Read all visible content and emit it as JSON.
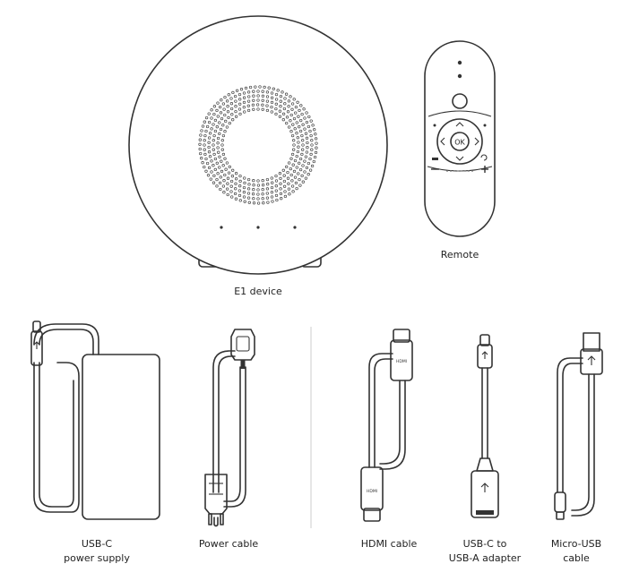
{
  "items": {
    "e1_device": "E1 device",
    "remote": "Remote",
    "usb_c_power_supply": [
      "USB-C",
      "power supply"
    ],
    "power_cable": "Power cable",
    "hdmi_cable": "HDMI cable",
    "usb_c_adapter": [
      "USB-C to",
      "USB-A adapter"
    ],
    "micro_usb_cable": [
      "Micro-USB",
      "cable"
    ]
  },
  "remote_buttons": {
    "ok": "OK"
  },
  "connector_marks": {
    "hdmi": "HDMI"
  },
  "colors": {
    "line": "#333333",
    "device_fill": "#ffffff",
    "divider": "#cccccc"
  }
}
